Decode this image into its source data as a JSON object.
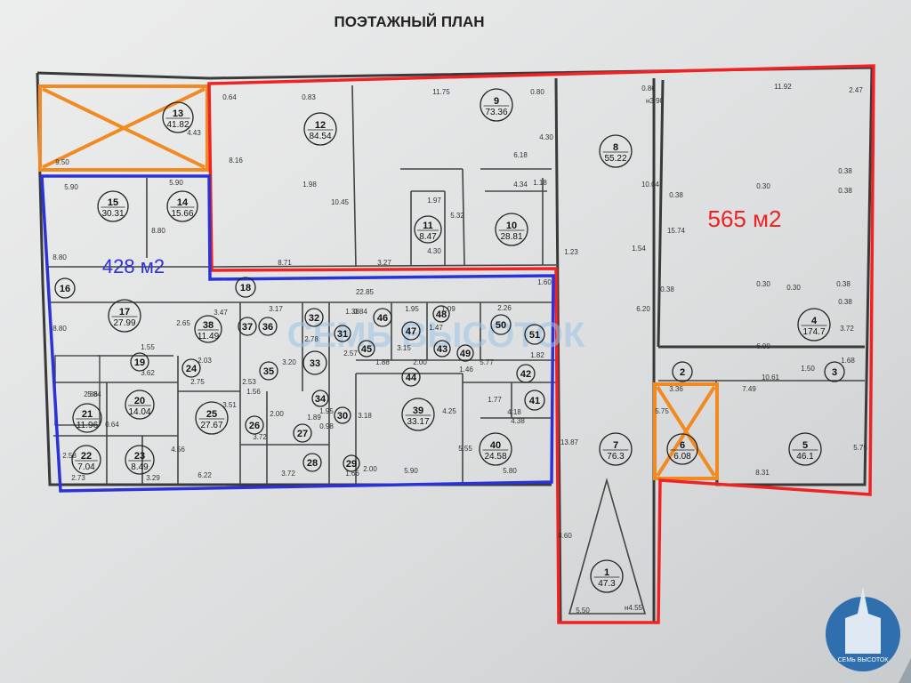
{
  "title": "ПОЭТАЖНЫЙ ПЛАН",
  "area_labels": {
    "red_zone": "565 м2",
    "blue_zone": "428 м2"
  },
  "watermark": "СЕМЬ ВЫСОТОК",
  "logo_text": "СЕМЬ ВЫСОТОК",
  "colors": {
    "paper": "#e2e3e3",
    "red": "#ef2323",
    "blue": "#2b32d6",
    "orange": "#f28a22",
    "watermark": "#9cc3e6"
  },
  "rooms": [
    {
      "num": "1",
      "area": "47.3"
    },
    {
      "num": "2",
      "area": ""
    },
    {
      "num": "3",
      "area": ""
    },
    {
      "num": "4",
      "area": "174.7"
    },
    {
      "num": "5",
      "area": "46.1"
    },
    {
      "num": "6",
      "area": "6.08"
    },
    {
      "num": "7",
      "area": "76.3"
    },
    {
      "num": "8",
      "area": "55.22"
    },
    {
      "num": "9",
      "area": "73.36"
    },
    {
      "num": "10",
      "area": "28.81"
    },
    {
      "num": "11",
      "area": "8.47"
    },
    {
      "num": "12",
      "area": "84.54"
    },
    {
      "num": "13",
      "area": "41.82"
    },
    {
      "num": "14",
      "area": "15.66"
    },
    {
      "num": "15",
      "area": "30.31"
    },
    {
      "num": "16",
      "area": ""
    },
    {
      "num": "17",
      "area": "27.99"
    },
    {
      "num": "18",
      "area": ""
    },
    {
      "num": "19",
      "area": ""
    },
    {
      "num": "20",
      "area": "14.04"
    },
    {
      "num": "21",
      "area": "11.96"
    },
    {
      "num": "22",
      "area": "7.04"
    },
    {
      "num": "23",
      "area": "8.49"
    },
    {
      "num": "24",
      "area": ""
    },
    {
      "num": "25",
      "area": "27.67"
    },
    {
      "num": "26",
      "area": ""
    },
    {
      "num": "27",
      "area": ""
    },
    {
      "num": "28",
      "area": ""
    },
    {
      "num": "29",
      "area": ""
    },
    {
      "num": "30",
      "area": ""
    },
    {
      "num": "31",
      "area": ""
    },
    {
      "num": "32",
      "area": ""
    },
    {
      "num": "33",
      "area": ""
    },
    {
      "num": "34",
      "area": ""
    },
    {
      "num": "35",
      "area": ""
    },
    {
      "num": "36",
      "area": ""
    },
    {
      "num": "37",
      "area": ""
    },
    {
      "num": "38",
      "area": "11.49"
    },
    {
      "num": "39",
      "area": "33.17"
    },
    {
      "num": "40",
      "area": "24.58"
    },
    {
      "num": "41",
      "area": ""
    },
    {
      "num": "42",
      "area": ""
    },
    {
      "num": "43",
      "area": ""
    },
    {
      "num": "44",
      "area": ""
    },
    {
      "num": "45",
      "area": ""
    },
    {
      "num": "46",
      "area": ""
    },
    {
      "num": "47",
      "area": ""
    },
    {
      "num": "48",
      "area": ""
    },
    {
      "num": "49",
      "area": ""
    },
    {
      "num": "50",
      "area": ""
    },
    {
      "num": "51",
      "area": ""
    }
  ],
  "dimensions": [
    "0.64",
    "0.83",
    "11.75",
    "0.80",
    "0.80",
    "11.92",
    "2.47",
    "н3.90",
    "4.43",
    "9.50",
    "8.16",
    "1.98",
    "10.45",
    "4.30",
    "6.18",
    "1.18",
    "4.34",
    "1.97",
    "5.32",
    "4.30",
    "10.04",
    "15.74",
    "0.38",
    "0.38",
    "0.38",
    "0.30",
    "0.30",
    "0.30",
    "0.38",
    "0.38",
    "0.38",
    "8.71",
    "3.27",
    "1.23",
    "1.54",
    "5.90",
    "5.90",
    "8.80",
    "8.80",
    "8.80",
    "22.85",
    "1.60",
    "6.20",
    "3.72",
    "6.00",
    "1.50",
    "1.68",
    "3.47",
    "2.65",
    "3.17",
    "2.78",
    "1.38",
    "0.84",
    "1.95",
    "1.47",
    "1.09",
    "2.26",
    "3.15",
    "2.57",
    "3.20",
    "2.03",
    "1.55",
    "3.62",
    "2.75",
    "2.53",
    "1.56",
    "2.86",
    "5.84",
    "0.64",
    "4.56",
    "3.51",
    "2.00",
    "1.88",
    "2.00",
    "5.77",
    "1.82",
    "1.46",
    "3.36",
    "7.49",
    "10.61",
    "1.77",
    "4.18",
    "4.38",
    "3.18",
    "4.25",
    "5.55",
    "13.87",
    "5.75",
    "5.75",
    "8.31",
    "2.58",
    "2.73",
    "3.29",
    "6.22",
    "3.72",
    "1.66",
    "5.90",
    "5.80",
    "3.72",
    "0.98",
    "1.95",
    "8.60",
    "5.50",
    "н4.55",
    "2.00",
    "1.89"
  ]
}
